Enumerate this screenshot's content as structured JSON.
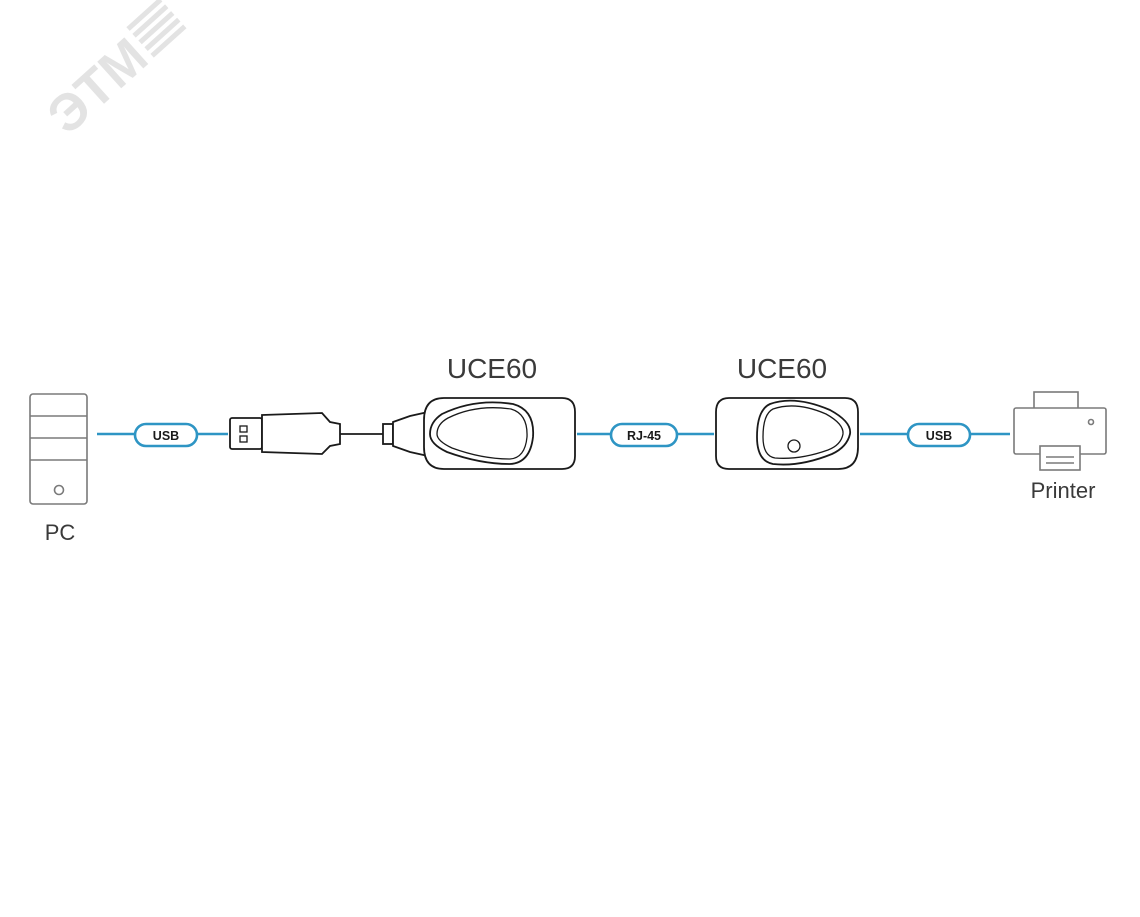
{
  "watermark": {
    "text": "ЭТМ"
  },
  "devices": {
    "pc": {
      "label": "PC",
      "icon": "pc-tower-icon"
    },
    "extender_local": {
      "label": "UCE60",
      "icon": "usb-extender-local-unit"
    },
    "extender_remote": {
      "label": "UCE60",
      "icon": "usb-extender-remote-unit"
    },
    "printer": {
      "label": "Printer",
      "icon": "printer-icon"
    }
  },
  "connections": [
    {
      "label": "USB"
    },
    {
      "label": "RJ-45"
    },
    {
      "label": "USB"
    }
  ],
  "colors": {
    "cable": "#2e95c4",
    "outline": "#1a1a1a",
    "device_outline": "#7a7a7a",
    "watermark": "#e3e3e3"
  }
}
